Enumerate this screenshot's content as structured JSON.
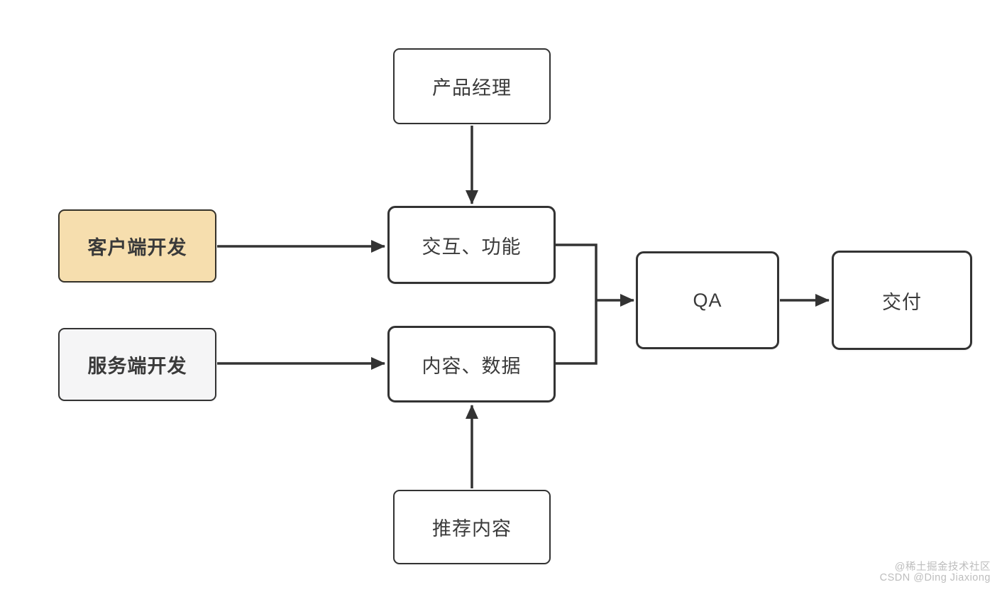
{
  "diagram": {
    "nodes": {
      "product_manager": {
        "label": "产品经理"
      },
      "client_dev": {
        "label": "客户端开发"
      },
      "server_dev": {
        "label": "服务端开发"
      },
      "interaction_features": {
        "label": "交互、功能"
      },
      "content_data": {
        "label": "内容、数据"
      },
      "qa": {
        "label": "QA"
      },
      "delivery": {
        "label": "交付"
      },
      "recommended_content": {
        "label": "推荐内容"
      }
    },
    "edges": [
      {
        "from": "产品经理",
        "to": "交互、功能"
      },
      {
        "from": "客户端开发",
        "to": "交互、功能"
      },
      {
        "from": "服务端开发",
        "to": "内容、数据"
      },
      {
        "from": "推荐内容",
        "to": "内容、数据"
      },
      {
        "from": "交互、功能",
        "to": "QA"
      },
      {
        "from": "内容、数据",
        "to": "QA"
      },
      {
        "from": "QA",
        "to": "交付"
      }
    ],
    "colors": {
      "node_border": "#333333",
      "node_fill": "#ffffff",
      "client_dev_fill": "#f6deae",
      "server_dev_fill": "#f5f5f6",
      "arrow": "#333333",
      "text": "#3a3a3a",
      "background": "#ffffff",
      "watermark_text": "#bdbdbd"
    }
  },
  "watermark": {
    "line1": "@稀土掘金技术社区",
    "line2": "CSDN @Ding Jiaxiong"
  }
}
